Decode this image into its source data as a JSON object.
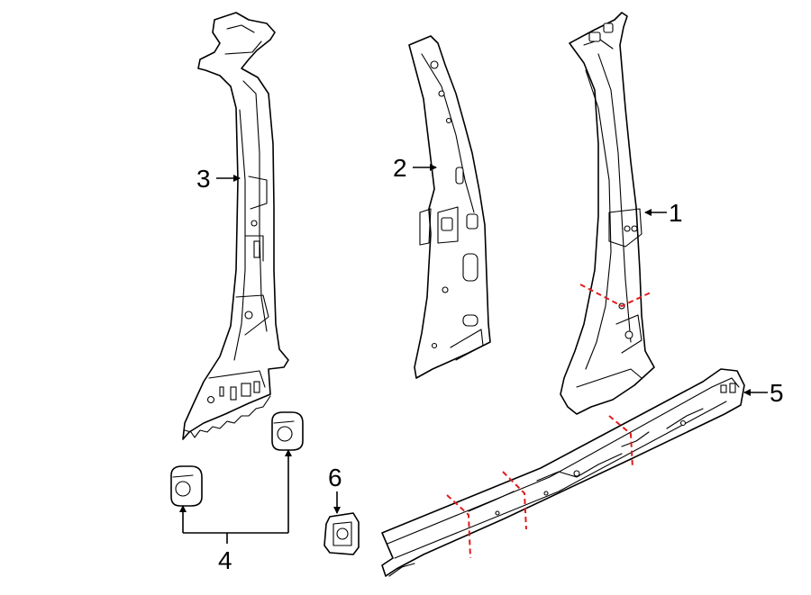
{
  "callouts": [
    {
      "id": "1",
      "label": "1"
    },
    {
      "id": "2",
      "label": "2"
    },
    {
      "id": "3",
      "label": "3"
    },
    {
      "id": "4",
      "label": "4"
    },
    {
      "id": "5",
      "label": "5"
    },
    {
      "id": "6",
      "label": "6"
    }
  ],
  "colors": {
    "line": "#000000",
    "background": "#ffffff",
    "cut_line": "#e11b1b"
  }
}
